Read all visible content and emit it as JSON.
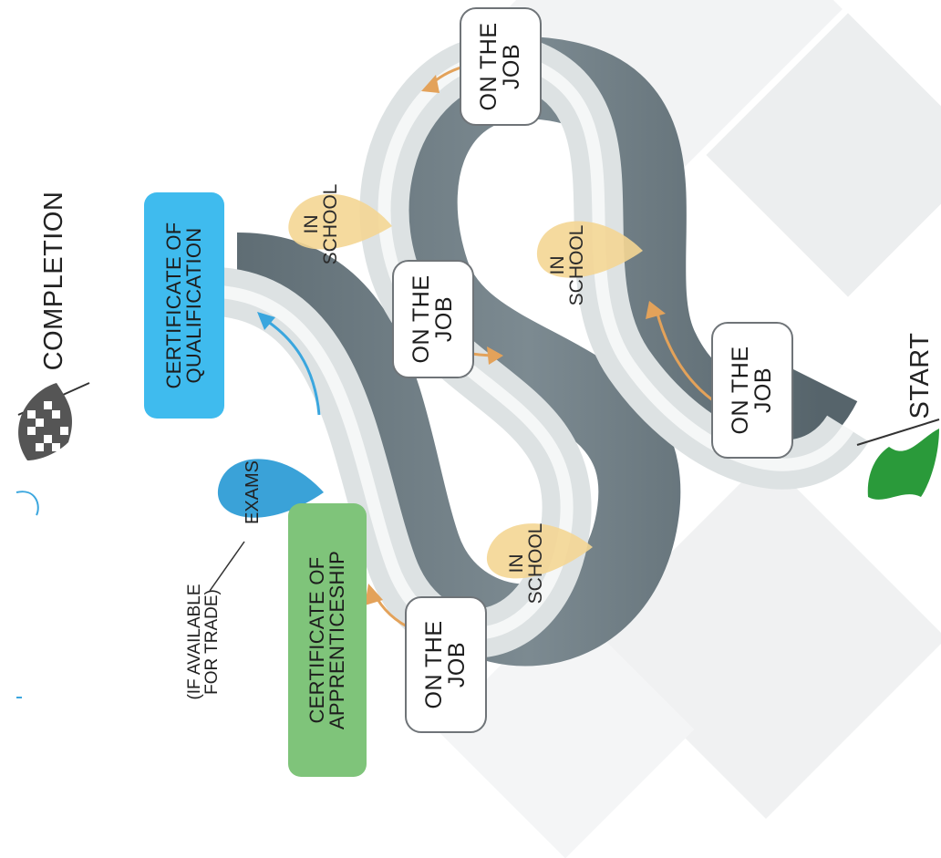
{
  "milestones": {
    "start": "START",
    "completion": "COMPLETION"
  },
  "certificates": {
    "apprenticeship": [
      "CERTIFICATE OF",
      "APPRENTICESHIP"
    ],
    "qualification": [
      "CERTIFICATE OF",
      "QUALIFICATION"
    ]
  },
  "exams": {
    "label": "EXAMS",
    "note": [
      "(IF AVAILABLE",
      "FOR TRADE)"
    ]
  },
  "stages": {
    "on_the_job": [
      "ON THE",
      "JOB"
    ],
    "in_school": [
      "IN",
      "SCHOOL"
    ]
  },
  "colors": {
    "road_side": "#6e7b82",
    "road_top": "#e4e8e9",
    "arrow_orange": "#e3a25a",
    "arrow_blue": "#3aa6de",
    "school_drop": "#f4d694",
    "exam_drop": "#3aa2d8",
    "cert_green": "#7fc47a",
    "cert_blue": "#3fbbee",
    "flag_green": "#2a9a3a"
  }
}
